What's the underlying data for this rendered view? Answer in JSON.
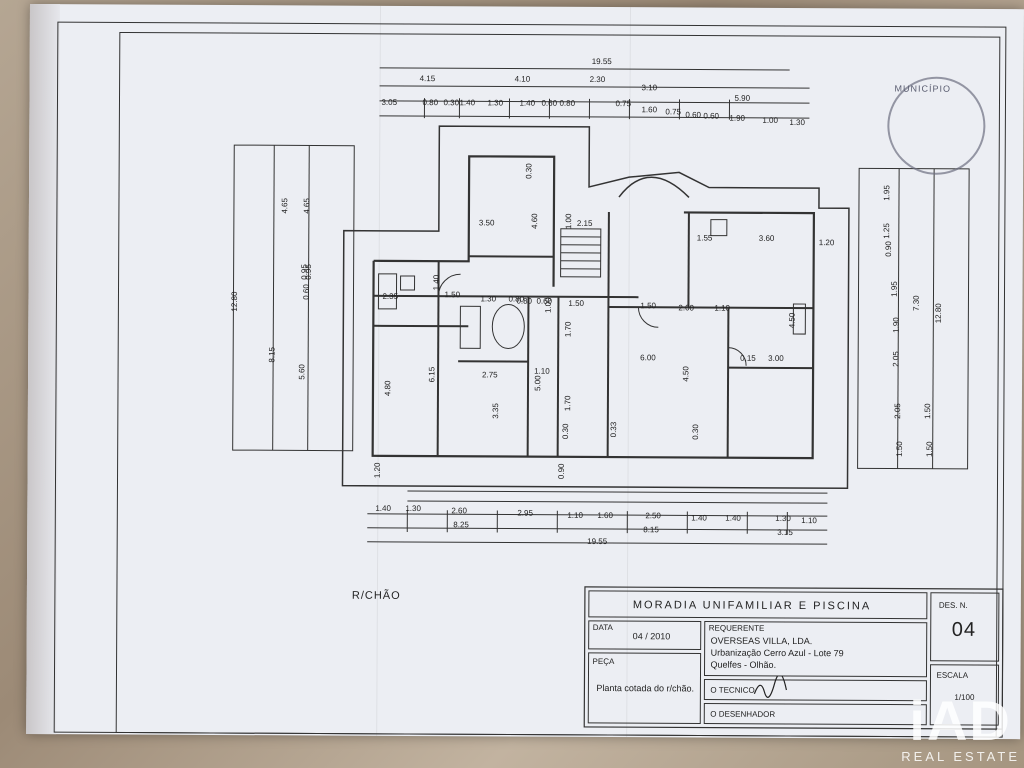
{
  "plan": {
    "floor_label": "R/CHÃO",
    "top_dims_row1": [
      "19.55"
    ],
    "top_dims_row2": [
      "4.15",
      "4.10",
      "2.30",
      "3.10"
    ],
    "top_dims_row3": [
      "3.05",
      "0.80",
      "0.30",
      "1.40",
      "1.30",
      "1.40",
      "0.60",
      "0.80",
      "0.75",
      "1.60",
      "0.75",
      "0.60",
      "0.60",
      "1.90",
      "1.00",
      "1.30"
    ],
    "top_dims_row2b": [
      "5.90"
    ],
    "bottom_dims_row1": [
      "1.40",
      "1.30",
      "2.60",
      "2.95",
      "1.10",
      "1.60",
      "2.50",
      "1.40",
      "1.40",
      "1.30",
      "1.10"
    ],
    "bottom_dims_row2": [
      "8.25",
      "8.15",
      "3.15"
    ],
    "bottom_dims_row3": [
      "19.55"
    ],
    "left_dims": [
      "12.80",
      "8.15",
      "4.65",
      "4.65",
      "0.95",
      "0.60",
      "5.60"
    ],
    "right_dims": [
      "1.95",
      "1.25",
      "0.90",
      "1.95",
      "12.80",
      "7.30",
      "1.90",
      "2.05",
      "2.05",
      "1.50",
      "1.50",
      "1.50"
    ],
    "interior_dims": [
      "3.50",
      "4.60",
      "0.30",
      "2.15",
      "1.00",
      "1.40",
      "1.50",
      "0.80",
      "2.35",
      "1.30",
      "0.80",
      "0.60",
      "1.10",
      "1.50",
      "1.50",
      "2.00",
      "1.10",
      "1.00",
      "1.70",
      "2.75",
      "3.35",
      "5.00",
      "6.00",
      "4.50",
      "3.00",
      "0.15",
      "4.80",
      "6.15",
      "1.20",
      "3.60",
      "1.20",
      "1.55",
      "4.50",
      "0.90",
      "0.33",
      "0.30",
      "0.30",
      "1.70",
      "0.95"
    ]
  },
  "title_block": {
    "title": "MORADIA UNIFAMILIAR E PISCINA",
    "des_label": "DES. N.",
    "des_number": "04",
    "date_label": "DATA",
    "date_value": "04 / 2010",
    "requerente_label": "REQUERENTE",
    "requerente_lines": [
      "OVERSEAS VILLA, LDA.",
      "Urbanização Cerro Azul - Lote 79",
      "Quelfes - Olhão."
    ],
    "peca_label": "PEÇA",
    "peca_value": "Planta cotada do r/chão.",
    "tecnico_label": "O TECNICO",
    "desenhador_label": "O DESENHADOR",
    "escala_label": "ESCALA",
    "escala_value": "1/100"
  },
  "stamp": {
    "text": "MUNICÍPIO"
  },
  "watermark": {
    "logo": "iAD",
    "sub": "REAL ESTATE"
  }
}
